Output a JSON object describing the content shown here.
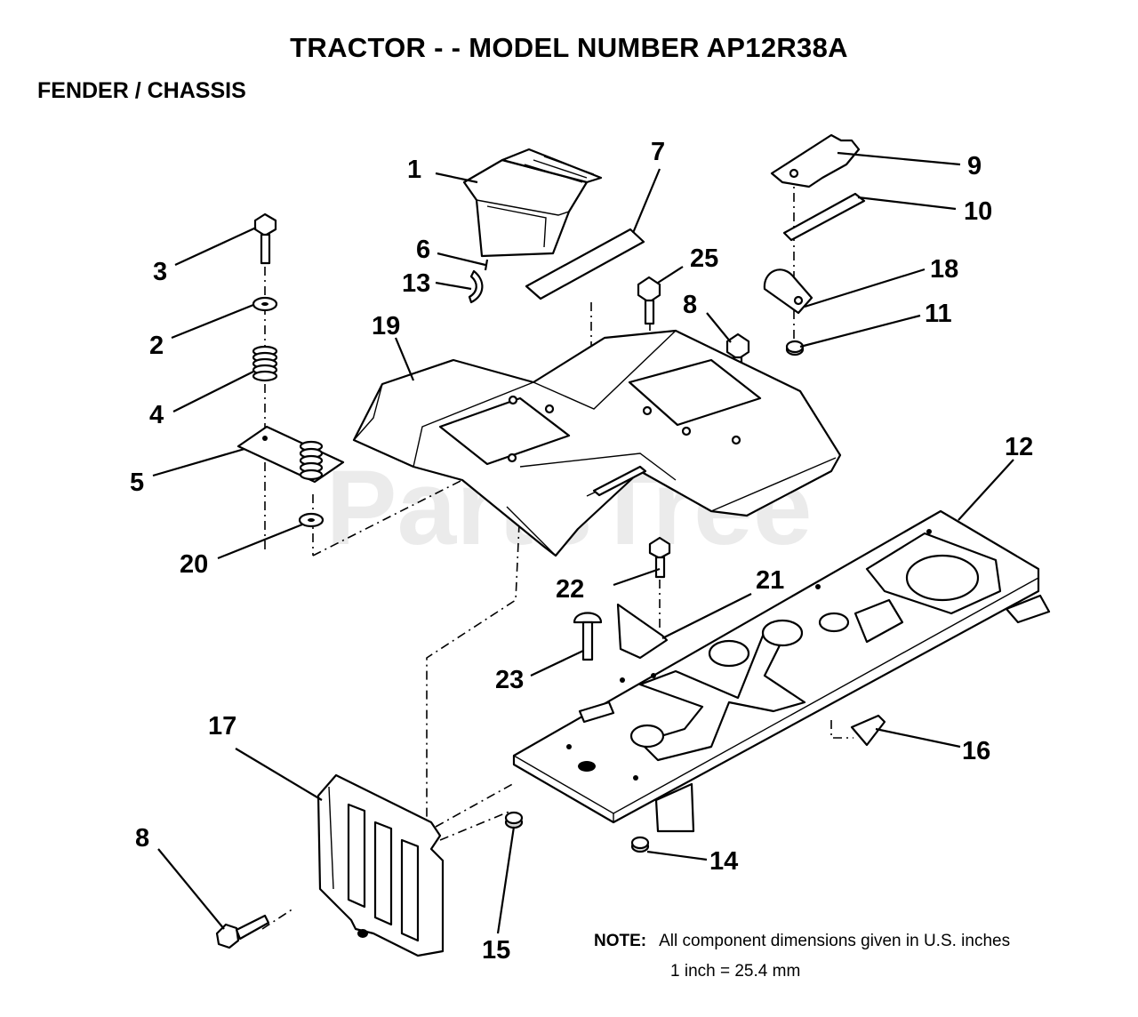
{
  "header": {
    "title": "TRACTOR - - MODEL NUMBER AP12R38A",
    "subtitle": "FENDER / CHASSIS"
  },
  "watermark": "PartsTree",
  "callouts": [
    {
      "id": "c1",
      "label": "1"
    },
    {
      "id": "c2",
      "label": "2"
    },
    {
      "id": "c3",
      "label": "3"
    },
    {
      "id": "c4",
      "label": "4"
    },
    {
      "id": "c5",
      "label": "5"
    },
    {
      "id": "c6",
      "label": "6"
    },
    {
      "id": "c7",
      "label": "7"
    },
    {
      "id": "c8a",
      "label": "8"
    },
    {
      "id": "c8b",
      "label": "8"
    },
    {
      "id": "c9",
      "label": "9"
    },
    {
      "id": "c10",
      "label": "10"
    },
    {
      "id": "c11",
      "label": "11"
    },
    {
      "id": "c12",
      "label": "12"
    },
    {
      "id": "c13",
      "label": "13"
    },
    {
      "id": "c14",
      "label": "14"
    },
    {
      "id": "c15",
      "label": "15"
    },
    {
      "id": "c16",
      "label": "16"
    },
    {
      "id": "c17",
      "label": "17"
    },
    {
      "id": "c18",
      "label": "18"
    },
    {
      "id": "c19",
      "label": "19"
    },
    {
      "id": "c20",
      "label": "20"
    },
    {
      "id": "c21",
      "label": "21"
    },
    {
      "id": "c22",
      "label": "22"
    },
    {
      "id": "c23",
      "label": "23"
    },
    {
      "id": "c25",
      "label": "25"
    }
  ],
  "note": {
    "prefix": "NOTE:",
    "line1": "All component dimensions given in U.S. inches",
    "line2": "1 inch = 25.4 mm"
  }
}
